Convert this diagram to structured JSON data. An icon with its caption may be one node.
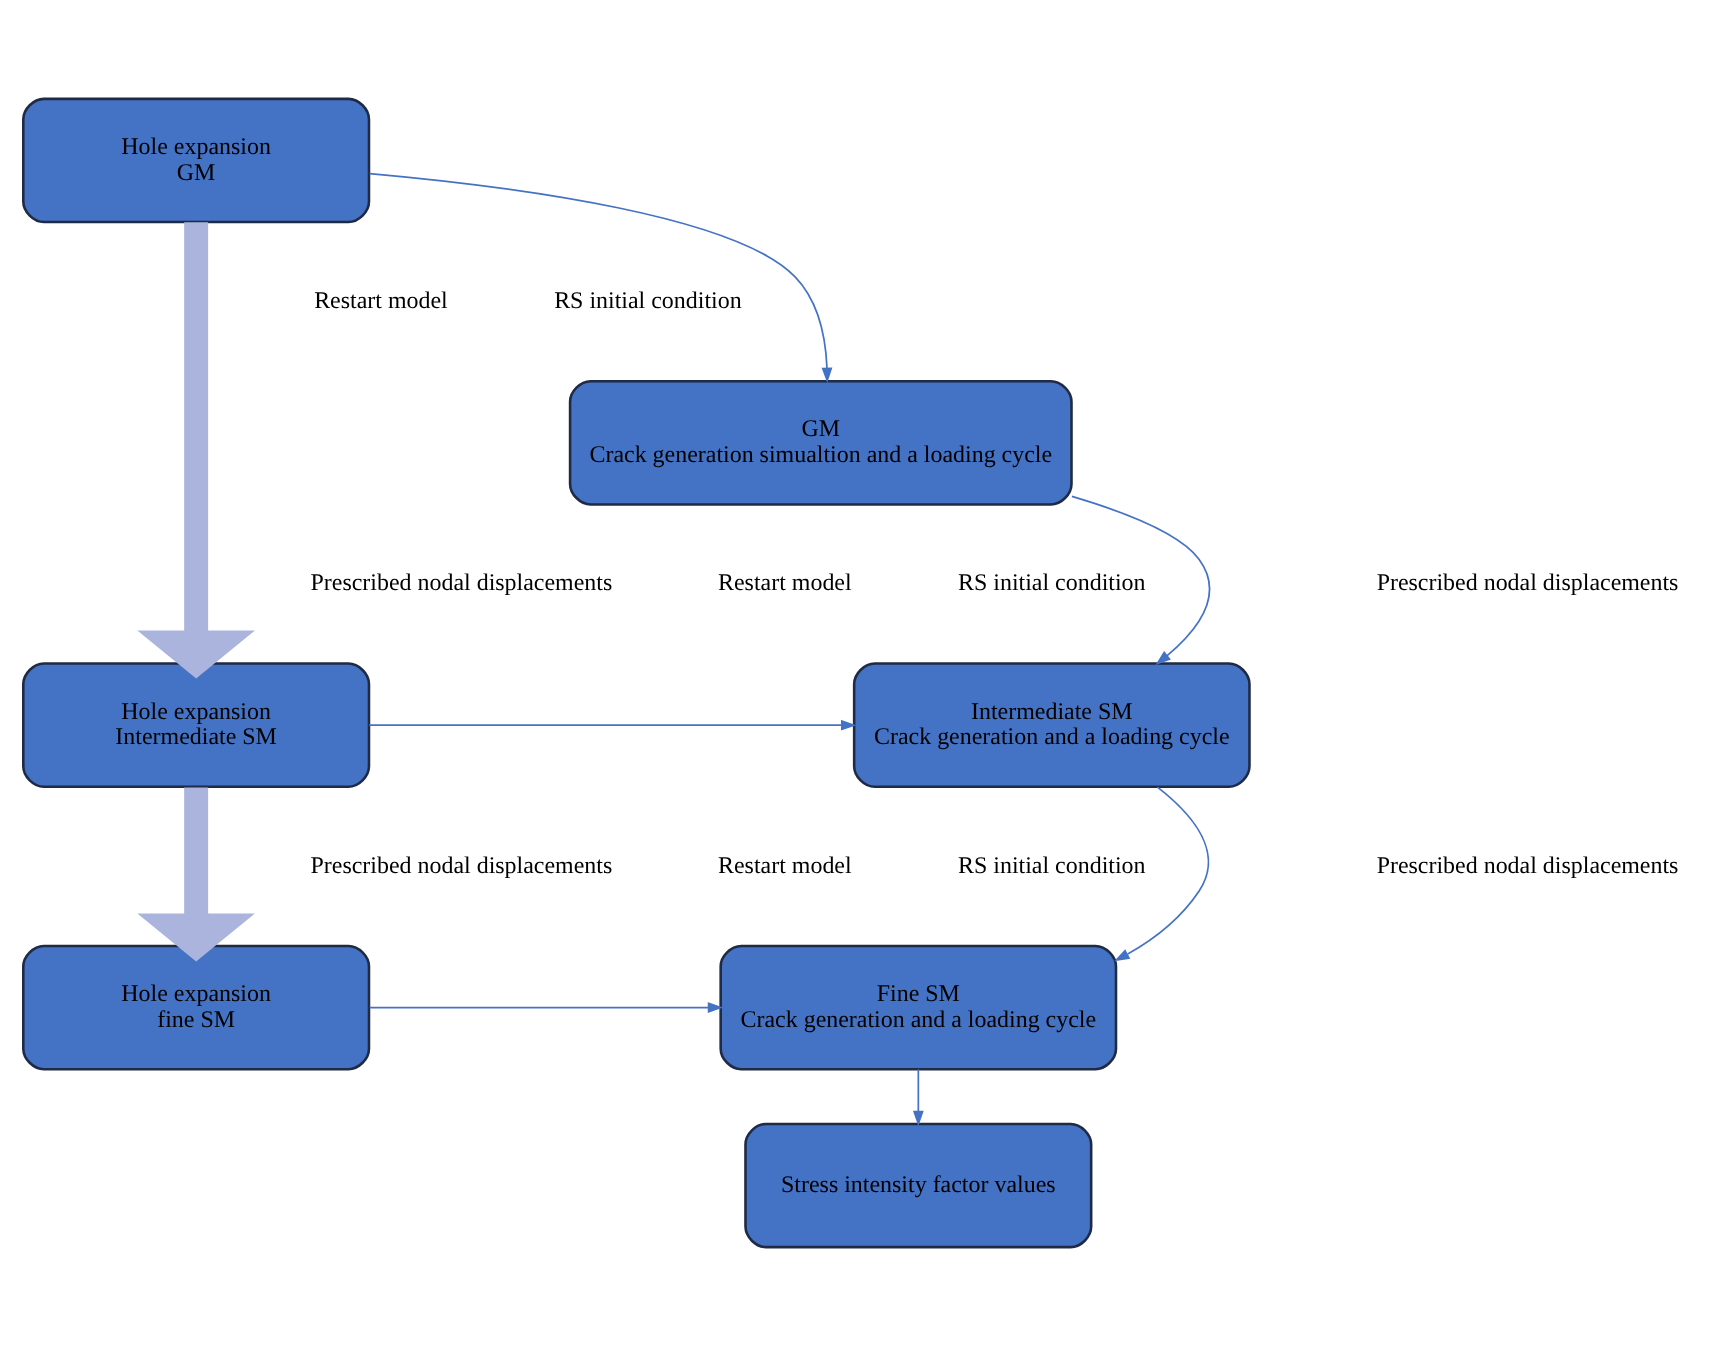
{
  "diagram": {
    "nodes": [
      {
        "text": [
          "Hole expansion",
          "GM"
        ]
      },
      {
        "text": [
          "GM",
          "Crack generation simualtion and a loading cycle"
        ]
      },
      {
        "text": [
          "Hole expansion",
          "Intermediate SM"
        ]
      },
      {
        "text": [
          "Intermediate SM",
          "Crack generation and a loading cycle"
        ]
      },
      {
        "text": [
          "Hole expansion",
          "fine SM"
        ]
      },
      {
        "text": [
          "Fine SM",
          "Crack generation and a loading cycle"
        ]
      },
      {
        "text": [
          "Stress intensity factor values"
        ]
      }
    ],
    "edges": [
      {
        "from": 0,
        "to": 1,
        "arrow": "to"
      },
      {
        "from": 0,
        "to": 2,
        "arrow": "to",
        "style": "thick",
        "color": "#aab4dc"
      },
      {
        "from": 1,
        "to": 3,
        "arrow": "to"
      },
      {
        "from": 2,
        "to": 3,
        "arrow": "to"
      },
      {
        "from": 2,
        "to": 4,
        "arrow": "to",
        "style": "thick",
        "color": "#aab4dc"
      },
      {
        "from": 3,
        "to": 5,
        "arrow": "to"
      },
      {
        "from": 4,
        "to": 5,
        "arrow": "to"
      },
      {
        "from": 5,
        "to": 6,
        "arrow": "to"
      }
    ],
    "labels": [
      "Restart model",
      "RS initial condition",
      "Prescribed nodal displacements",
      "Prescribed nodal displacements",
      "Restart model",
      "RS initial condition",
      "Prescribed nodal displacements",
      "Prescribed nodal displacements",
      "Restart model",
      "RS initial condition"
    ]
  }
}
